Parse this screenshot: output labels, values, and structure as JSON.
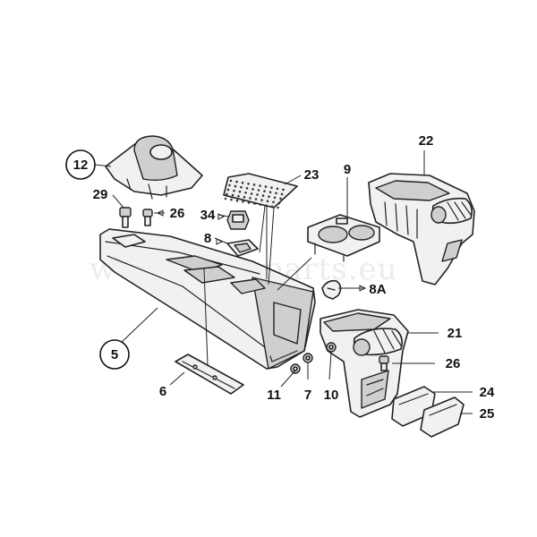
{
  "watermark": "www.saab-parts.eu",
  "labels": {
    "p12": "12",
    "p29": "29",
    "p26a": "26",
    "p34": "34",
    "p8": "8",
    "p23": "23",
    "p9": "9",
    "p22": "22",
    "p8a": "8A",
    "p5": "5",
    "p6": "6",
    "p11": "11",
    "p7": "7",
    "p10": "10",
    "p21": "21",
    "p26b": "26",
    "p24": "24",
    "p25": "25"
  }
}
